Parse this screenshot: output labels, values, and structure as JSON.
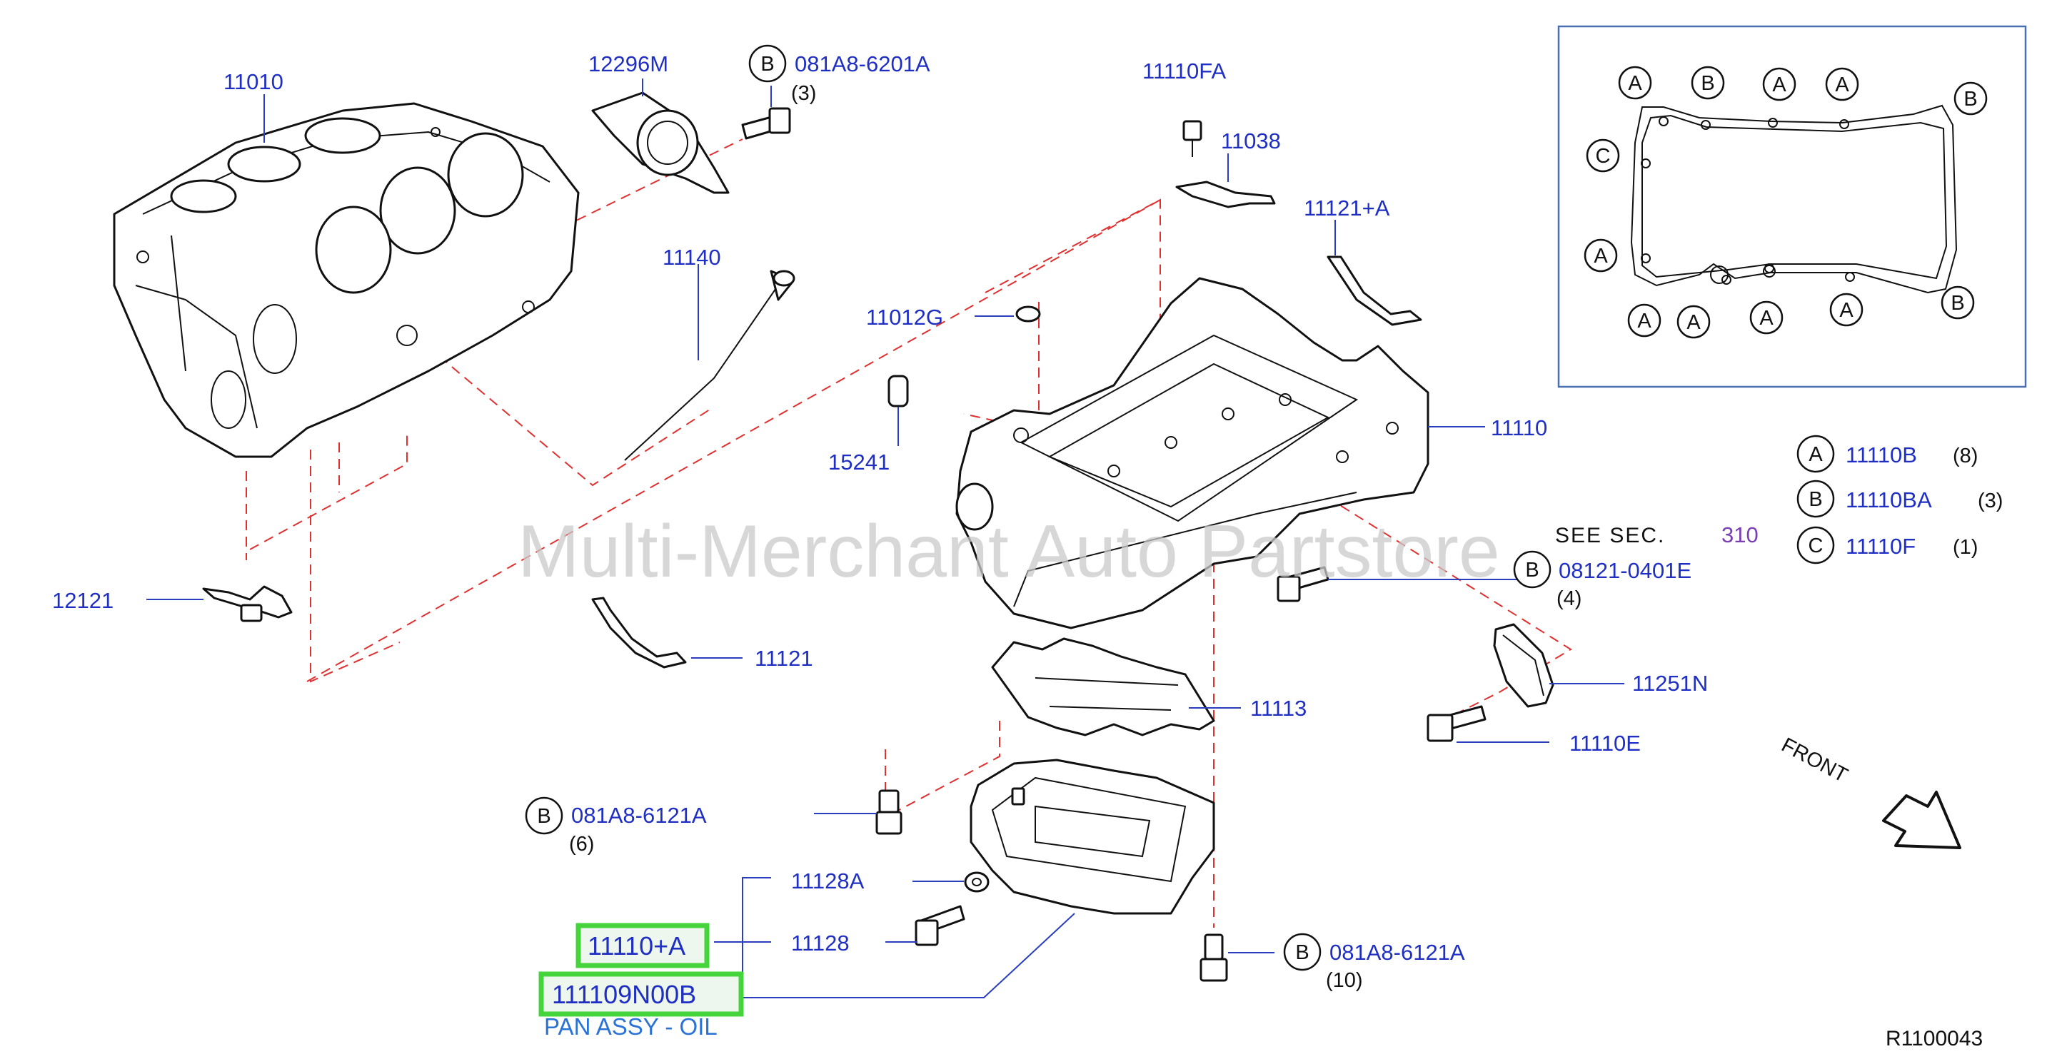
{
  "watermark": "Multi-Merchant Auto Partstore",
  "diagram_ref": "R1100043",
  "front_label": "FRONT",
  "see_sec": {
    "label": "SEE   SEC.",
    "number": "310"
  },
  "parts": {
    "p11010": "11010",
    "p12296m": "12296M",
    "p081a8_6201a": "081A8-6201A",
    "q3": "(3)",
    "p11110fa": "11110FA",
    "p11038": "11038",
    "p11121a": "11121+A",
    "p11140": "11140",
    "p11012g": "11012G",
    "p15241": "15241",
    "p11110": "11110",
    "p12121": "12121",
    "p11121": "11121",
    "p08121_0401e": "08121-0401E",
    "q4": "(4)",
    "p11251n": "11251N",
    "p11110e": "11110E",
    "p11113": "11113",
    "p081a8_6121a_left": "081A8-6121A",
    "q6": "(6)",
    "p11128a": "11128A",
    "p11128": "11128",
    "p081a8_6121a_right": "081A8-6121A",
    "q10": "(10)",
    "hl_11110a": "11110+A",
    "hl_111109n00b": "111109N00B",
    "pan_assy": "PAN ASSY - OIL"
  },
  "callout_letters": {
    "a": "A",
    "b": "B",
    "c": "C"
  },
  "legend": [
    {
      "letter": "A",
      "part": "11110B",
      "qty": "(8)"
    },
    {
      "letter": "B",
      "part": "11110BA",
      "qty": "(3)"
    },
    {
      "letter": "C",
      "part": "11110F",
      "qty": "(1)"
    }
  ],
  "colors": {
    "part_number": "#1f2fc4",
    "highlight_border": "#46d43c",
    "dashed_line": "#e03030",
    "see_sec_number": "#7a3fb5"
  }
}
